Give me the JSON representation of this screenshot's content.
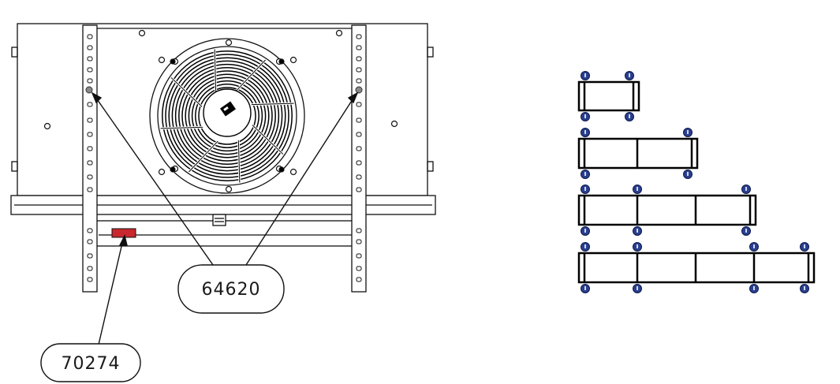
{
  "callouts": [
    {
      "id": "c1",
      "label": "64620"
    },
    {
      "id": "c2",
      "label": "70274"
    }
  ],
  "colors": {
    "line": "#111111",
    "bolt_dot": "#2a3f8f",
    "warning_label": "#c8282e",
    "background": "#ffffff"
  },
  "layouts": [
    {
      "name": "1-fan",
      "sections": 1
    },
    {
      "name": "2-fan",
      "sections": 2
    },
    {
      "name": "3-fan",
      "sections": 3
    },
    {
      "name": "4-fan",
      "sections": 4
    }
  ]
}
